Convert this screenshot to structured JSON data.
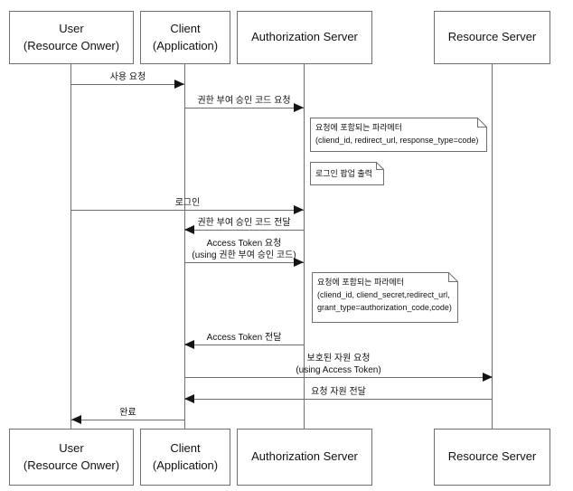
{
  "participants": [
    {
      "id": "user",
      "lines": [
        "User",
        "(Resource Onwer)"
      ]
    },
    {
      "id": "client",
      "lines": [
        "Client",
        "(Application)"
      ]
    },
    {
      "id": "auth",
      "lines": [
        "Authorization Server"
      ]
    },
    {
      "id": "resource",
      "lines": [
        "Resource Server"
      ]
    }
  ],
  "messages": [
    {
      "from": "user",
      "to": "client",
      "label": "사용 요청"
    },
    {
      "from": "client",
      "to": "auth",
      "label": "권한 부여 승인 코드 요청"
    },
    {
      "from": "user",
      "to": "auth",
      "label": "로그인"
    },
    {
      "from": "auth",
      "to": "client",
      "label": "권한 부여 승인 코드 전달"
    },
    {
      "from": "client",
      "to": "auth",
      "label": "Access Token 요청",
      "sublabel": "(using 권한 부여 승인 코드)"
    },
    {
      "from": "auth",
      "to": "client",
      "label": "Access Token 전달"
    },
    {
      "from": "client",
      "to": "resource",
      "label": "보호된 자원 요청",
      "sublabel": "(using Access Token)"
    },
    {
      "from": "resource",
      "to": "client",
      "label": "요청 자원 전달"
    },
    {
      "from": "client",
      "to": "user",
      "label": "완료"
    }
  ],
  "notes": [
    {
      "attached_to": "auth",
      "lines": [
        "요청에 포함되는 파라메터",
        "(cliend_id, redirect_url, response_type=code)"
      ]
    },
    {
      "attached_to": "auth",
      "lines": [
        "로그인 팝업 출력"
      ]
    },
    {
      "attached_to": "auth",
      "lines": [
        "요청에 포함되는 파라메터",
        "(cliend_id, cliend_secret,redirect_url,",
        "grant_type=authorization_code,code)"
      ]
    }
  ],
  "colors": {
    "stroke": "#6f6f6f",
    "text": "#111111",
    "arrow": "#151515",
    "bg": "#ffffff"
  }
}
